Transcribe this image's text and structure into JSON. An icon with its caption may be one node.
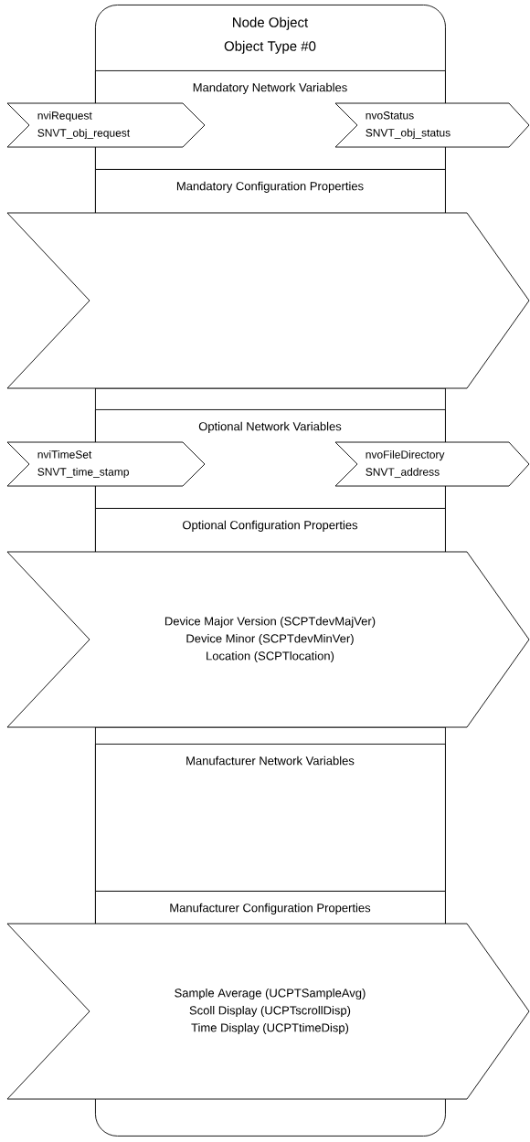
{
  "diagram": {
    "nodes": [
      {
        "text": [
          "Node Object",
          "Object Type #0"
        ]
      },
      {
        "text": [
          "Mandatory Network Variables"
        ],
        "in": 0
      },
      {
        "text": [
          "nviRequest",
          "SNVT_obj_request"
        ]
      },
      {
        "text": [
          "nvoStatus",
          "SNVT_obj_status"
        ]
      },
      {
        "text": [
          "Mandatory Configuration Properties"
        ],
        "in": 0
      },
      {
        "text": [],
        "shape": "chevron"
      },
      {
        "text": [
          "Optional Network Variables"
        ],
        "in": 0
      },
      {
        "text": [
          "nviTimeSet",
          "SNVT_time_stamp"
        ]
      },
      {
        "text": [
          "nvoFileDirectory",
          "SNVT_address"
        ]
      },
      {
        "text": [
          "Optional Configuration Properties"
        ],
        "in": 0
      },
      {
        "text": [
          "Device Major Version (SCPTdevMajVer)",
          "Device Minor (SCPTdevMinVer)",
          "Location (SCPTlocation)"
        ]
      },
      {
        "text": [
          "Manufacturer Network Variables"
        ],
        "in": 0
      },
      {
        "text": [
          "Manufacturer Configuration Properties"
        ],
        "in": 0
      },
      {
        "text": [
          "Sample Average (UCPTSampleAvg)",
          "Scoll Display (UCPTscrollDisp)",
          "Time Display (UCPTtimeDisp)"
        ]
      }
    ]
  }
}
